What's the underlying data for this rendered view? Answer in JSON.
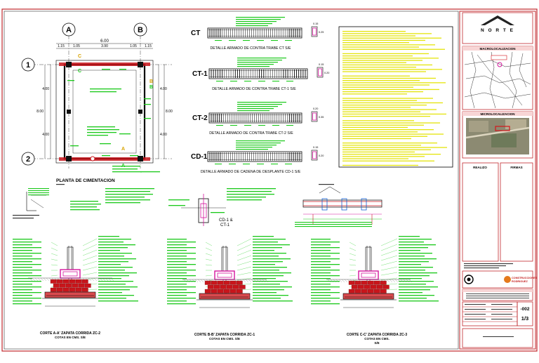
{
  "grid": {
    "col_a": "A",
    "col_b": "B",
    "row_1": "1",
    "row_2": "2"
  },
  "plan": {
    "title": "PLANTA DE CIMENTACION",
    "dims_top": [
      "6.00",
      "1.15",
      "1.05",
      "3.90",
      "1.05",
      "1.15"
    ],
    "dims_left": [
      "4.00",
      "8.00",
      "4.00"
    ],
    "dims_right": [
      "4.00",
      "8.00",
      "4.00"
    ],
    "cut_markers": [
      "C",
      "C",
      "B",
      "B",
      "A",
      "A"
    ]
  },
  "details": [
    {
      "code": "CT",
      "caption": "DETALLE  ARMADO DE CONTRA TRABE CT   S/E",
      "dims": [
        "0.15",
        "0.25"
      ]
    },
    {
      "code": "CT-1",
      "caption": "DETALLE  ARMADO DE CONTRA TRABE CT-1   S/E",
      "dims": [
        "0.15",
        "0.20"
      ]
    },
    {
      "code": "CT-2",
      "caption": "DETALLE  ARMADO DE CONTRA TRABE CT-2   S/E",
      "dims": [
        "0.20",
        "0.35"
      ]
    },
    {
      "code": "CD-1",
      "caption": "DETALLE  ARMADO DE CADENA DE DESPLANTE CD-1   S/E",
      "dims": [
        "0.15",
        "0.20"
      ]
    }
  ],
  "cd_label": "CD-1 &\nCT-1",
  "sections": [
    "CORTE A-A' ZAPATA CORRIDA ZC-2\nCOTAS EN CMS.  S/E",
    "CORTE B-B' ZAPATA CORRIDA ZC-1\nCOTAS EN CMS.  S/E",
    "CORTE C-C' ZAPATA CORRIDA ZC-3\nCOTAS EN CMS.\nS/E"
  ],
  "title_block": {
    "north": "N O R T E",
    "location_title": "MACROLOCALIZACION",
    "micro_title": "MICROLOCALIZACION",
    "sign_1": "REALIZO",
    "sign_2": "FIRMAS",
    "sheet_code": "-002",
    "sheet_number": "1/3",
    "logo_text": "CONSTRUCCIONES\nRODRIGUEZ"
  },
  "colors": {
    "frame": "#c0282d",
    "annotation": "#19c919",
    "note": "#e4e40c",
    "magenta": "#d4159c",
    "concrete": "#c8151b",
    "steel": "#222222"
  }
}
